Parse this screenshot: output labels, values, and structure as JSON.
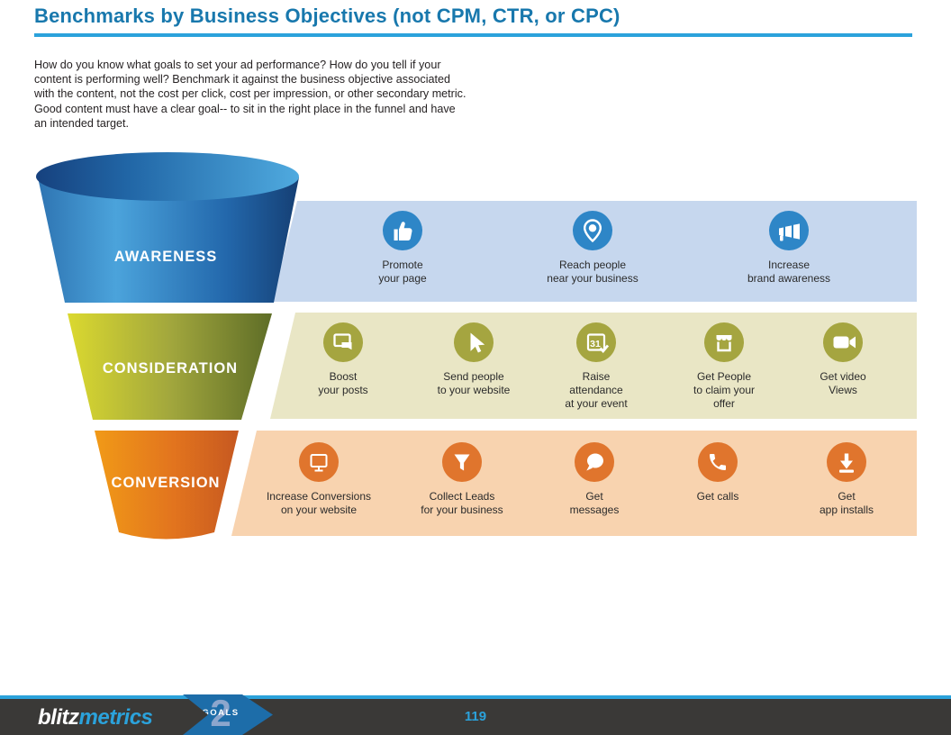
{
  "page": {
    "title": "Benchmarks by Business Objectives (not CPM, CTR, or CPC)",
    "intro": "How do you know what goals to set your ad performance? How do you tell if your\ncontent is performing well? Benchmark it against the business objective associated\nwith the content, not the cost per click, cost per impression, or other secondary metric.\nGood content must have a clear goal-- to sit in the right place in the funnel and have\nan intended target."
  },
  "colors": {
    "accent-blue": "#2BA2DB",
    "title-blue": "#1878AD",
    "awareness-band": "#C6D7EE",
    "awareness-icon": "#2E86C7",
    "consideration-band": "#E9E6C5",
    "consideration-icon": "#A5A540",
    "conversion-band": "#F8D3AF",
    "conversion-icon": "#E0752D",
    "footer-bar": "#3A3937",
    "footer-arrow": "#1D6DA9",
    "text-dark": "#2B2B2B"
  },
  "funnel": {
    "stages": [
      {
        "label": "AWARENESS"
      },
      {
        "label": "CONSIDERATION"
      },
      {
        "label": "CONVERSION"
      }
    ]
  },
  "rows": [
    {
      "name": "awareness",
      "items": [
        {
          "icon": "thumbs-up-icon",
          "label": "Promote\nyour page"
        },
        {
          "icon": "location-pin-icon",
          "label": "Reach people\nnear your business"
        },
        {
          "icon": "megaphone-icon",
          "label": "Increase\nbrand awareness"
        }
      ]
    },
    {
      "name": "consideration",
      "items": [
        {
          "icon": "posts-icon",
          "label": "Boost\nyour posts"
        },
        {
          "icon": "cursor-icon",
          "label": "Send people\nto your website"
        },
        {
          "icon": "calendar-icon",
          "label": "Raise\nattendance\nat your event"
        },
        {
          "icon": "storefront-icon",
          "label": "Get People\nto claim your\noffer"
        },
        {
          "icon": "video-camera-icon",
          "label": "Get video\nViews"
        }
      ]
    },
    {
      "name": "conversion",
      "items": [
        {
          "icon": "monitor-icon",
          "label": "Increase Conversions\non your website"
        },
        {
          "icon": "lead-funnel-icon",
          "label": "Collect Leads\nfor your business"
        },
        {
          "icon": "message-bubble-icon",
          "label": "Get\nmessages"
        },
        {
          "icon": "phone-icon",
          "label": "Get calls"
        },
        {
          "icon": "app-install-icon",
          "label": "Get\napp installs"
        }
      ]
    }
  ],
  "footer": {
    "brand_blitz": "blitz",
    "brand_metrics": "metrics",
    "chapter_number": "2",
    "chapter_label": "GOALS",
    "page_number": "119"
  }
}
